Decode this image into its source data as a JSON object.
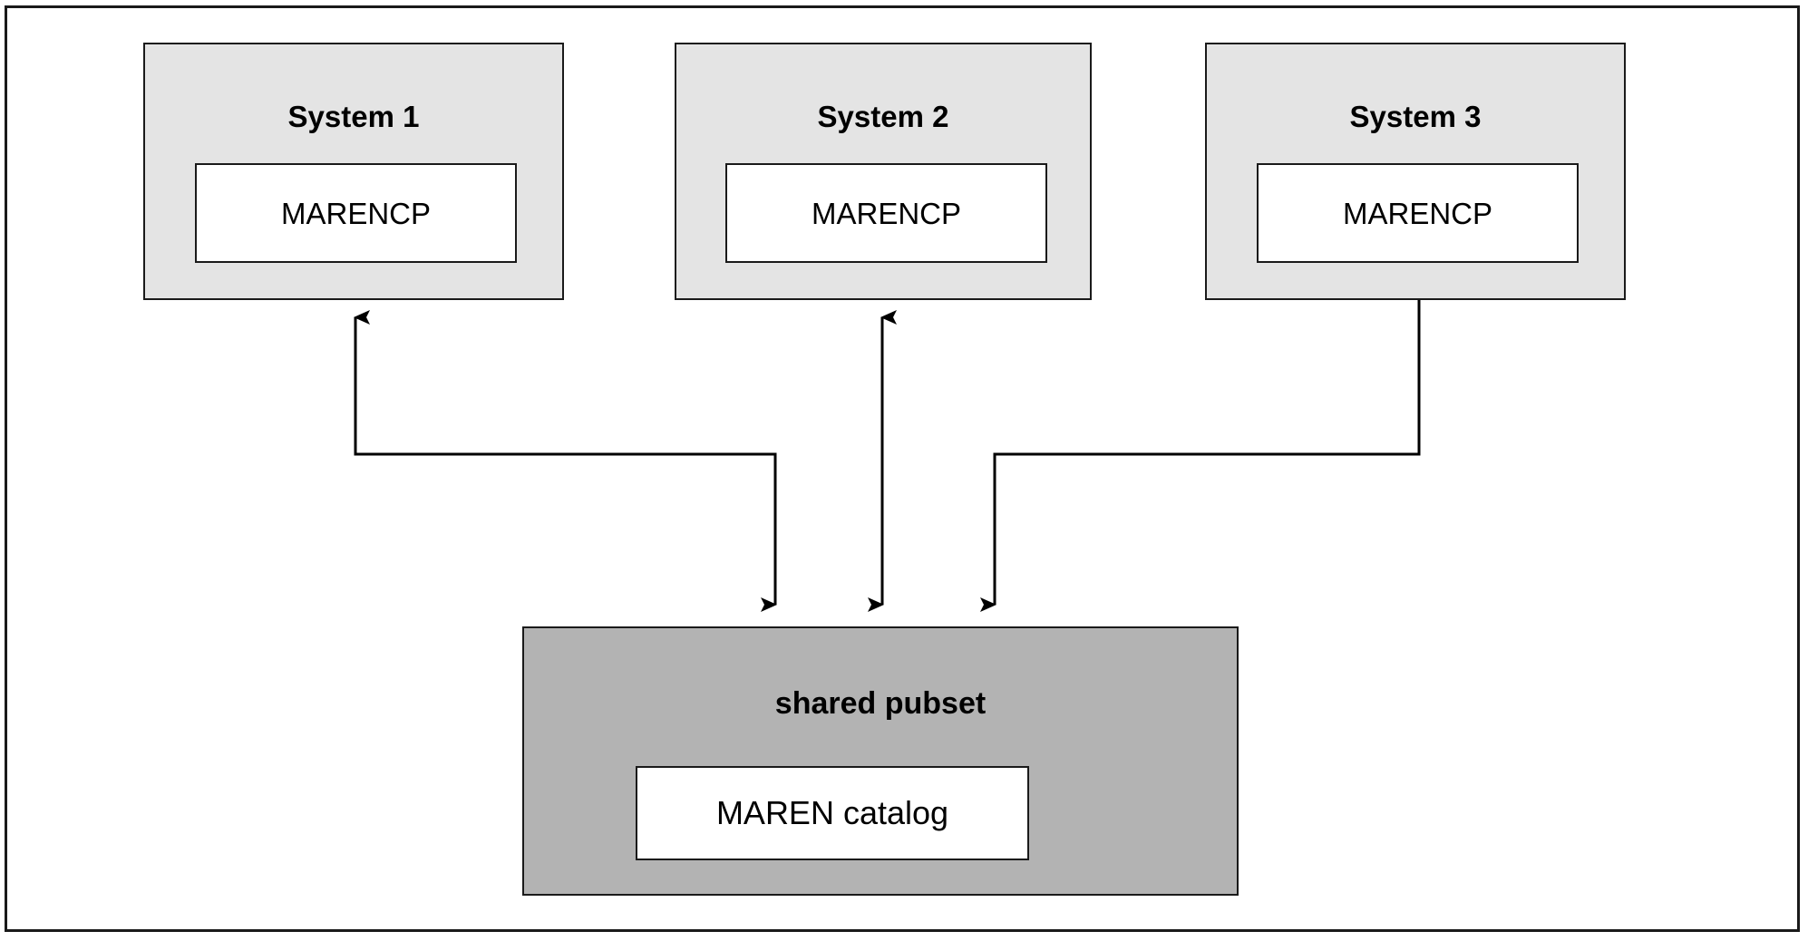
{
  "diagram": {
    "title_visible": false,
    "background_color": "#ffffff",
    "frame_border_color": "#1a1a1a",
    "system_box_fill": "#e4e4e4",
    "pubset_box_fill": "#b3b3b3",
    "inner_box_fill": "#ffffff",
    "line_color": "#000000"
  },
  "systems": [
    {
      "title": "System 1",
      "component": "MARENCP"
    },
    {
      "title": "System 2",
      "component": "MARENCP"
    },
    {
      "title": "System 3",
      "component": "MARENCP"
    }
  ],
  "pubset": {
    "title": "shared pubset",
    "component": "MAREN catalog"
  },
  "connections": [
    {
      "from": "System 1",
      "to": "shared pubset",
      "style": "elbow",
      "arrows": "both"
    },
    {
      "from": "System 2",
      "to": "shared pubset",
      "style": "straight",
      "arrows": "both"
    },
    {
      "from": "System 3",
      "to": "shared pubset",
      "style": "elbow",
      "arrows": "to-target"
    }
  ]
}
